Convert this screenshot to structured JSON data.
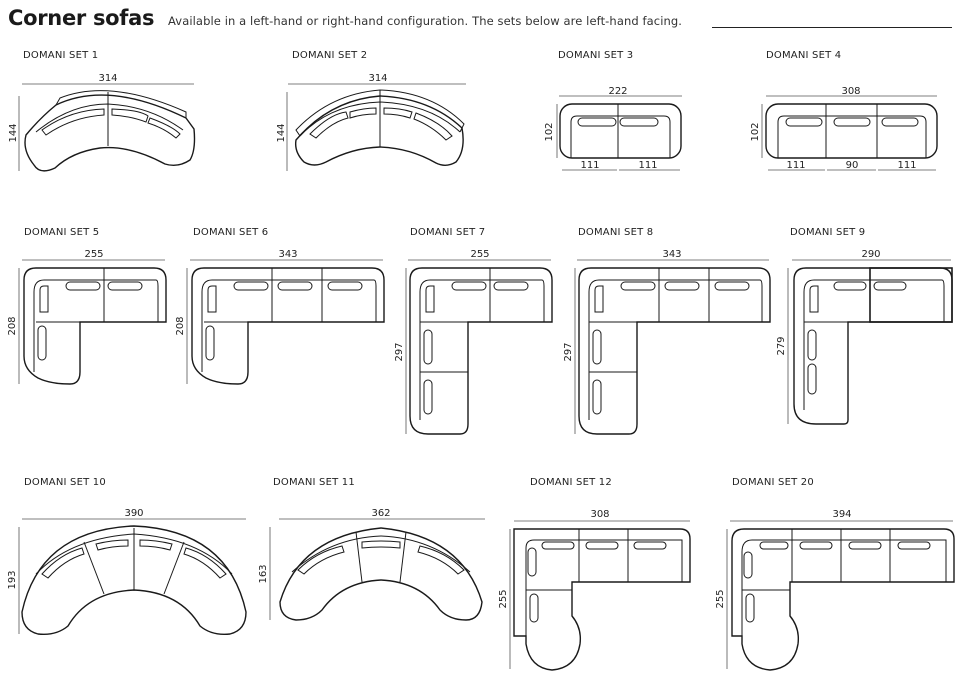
{
  "header": {
    "title": "Corner sofas",
    "subtitle": "Available in a left-hand or right-hand configuration. The sets below are left-hand facing."
  },
  "sets": [
    {
      "label": "DOMANI SET 1",
      "width": "314",
      "depth": "144"
    },
    {
      "label": "DOMANI SET 2",
      "width": "314",
      "depth": "144"
    },
    {
      "label": "DOMANI SET 3",
      "width": "222",
      "depth": "102",
      "segments": [
        "111",
        "111"
      ]
    },
    {
      "label": "DOMANI SET 4",
      "width": "308",
      "depth": "102",
      "segments": [
        "111",
        "90",
        "111"
      ]
    },
    {
      "label": "DOMANI SET 5",
      "width": "255",
      "depth": "208"
    },
    {
      "label": "DOMANI SET 6",
      "width": "343",
      "depth": "208"
    },
    {
      "label": "DOMANI SET 7",
      "width": "255",
      "depth": "297"
    },
    {
      "label": "DOMANI SET 8",
      "width": "343",
      "depth": "297"
    },
    {
      "label": "DOMANI SET 9",
      "width": "290",
      "depth": "279"
    },
    {
      "label": "DOMANI SET 10",
      "width": "390",
      "depth": "193"
    },
    {
      "label": "DOMANI SET 11",
      "width": "362",
      "depth": "163"
    },
    {
      "label": "DOMANI SET 12",
      "width": "308",
      "depth": "255"
    },
    {
      "label": "DOMANI SET 20",
      "width": "394",
      "depth": "255"
    }
  ]
}
